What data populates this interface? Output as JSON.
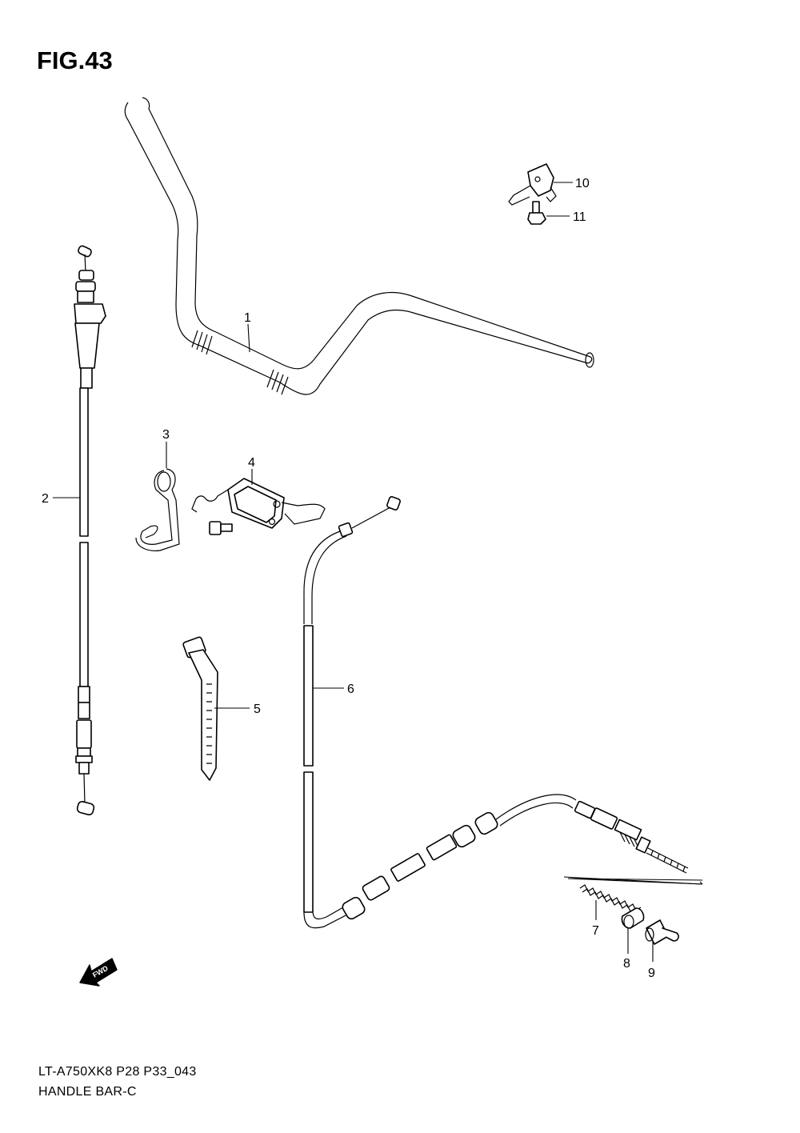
{
  "figure_title": "FIG.43",
  "footer": {
    "code": "LT-A750XK8 P28 P33_043",
    "caption": "HANDLE BAR-C"
  },
  "callouts": [
    "1",
    "2",
    "3",
    "4",
    "5",
    "6",
    "7",
    "8",
    "9",
    "10",
    "11"
  ],
  "fwd_label": "FWD"
}
